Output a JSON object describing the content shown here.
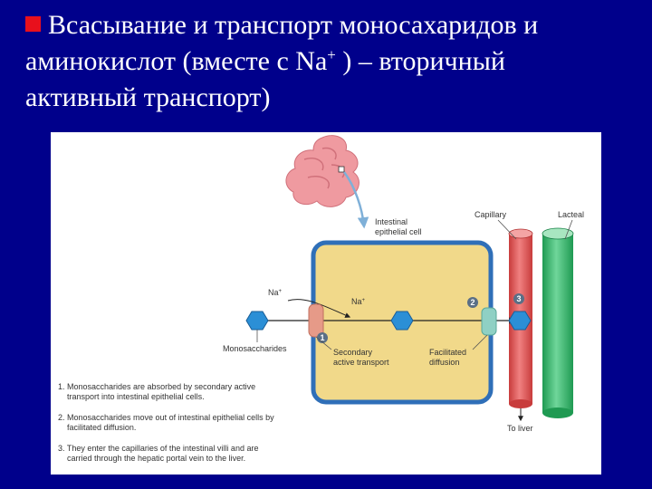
{
  "slide": {
    "title_line1": "Всасывание и транспорт моносахаридов и",
    "title_line2_pre": "аминокислот (вместе с Na",
    "title_line2_sup": "+",
    "title_line2_post": " ) – вторичный",
    "title_line3": "активный транспорт)",
    "bullet_color": "#e8101c",
    "background_color": "#00008b"
  },
  "diagram": {
    "labels": {
      "cell_line1": "Intestinal",
      "cell_line2": "epithelial cell",
      "capillary": "Capillary",
      "lacteal": "Lacteal",
      "na_outside": "Na",
      "na_inside": "Na",
      "plus": "+",
      "monosaccharides": "Monosaccharides",
      "secondary_line1": "Secondary",
      "secondary_line2": "active transport",
      "facilitated_line1": "Facilitated",
      "facilitated_line2": "diffusion",
      "to_liver": "To liver"
    },
    "step_numbers": [
      "1",
      "2",
      "3"
    ],
    "notes": [
      {
        "line1": "1. Monosaccharides are absorbed by secondary active",
        "line2": "transport into intestinal epithelial cells."
      },
      {
        "line1": "2. Monosaccharides move out of intestinal epithelial cells by",
        "line2": "facilitated diffusion."
      },
      {
        "line1": "3. They enter the capillaries of the intestinal villi and are",
        "line2": "carried through the hepatic portal vein to the liver."
      }
    ],
    "colors": {
      "cell_fill": "#f1d98a",
      "cell_border": "#2f6fb8",
      "capillary": "#e05a5a",
      "lacteal": "#34b36a",
      "hexagon": "#2b8fd6",
      "cotransporter": "#e69a88",
      "facilitated_carrier": "#8fd0c4",
      "villus": "#ef9aa0"
    }
  }
}
